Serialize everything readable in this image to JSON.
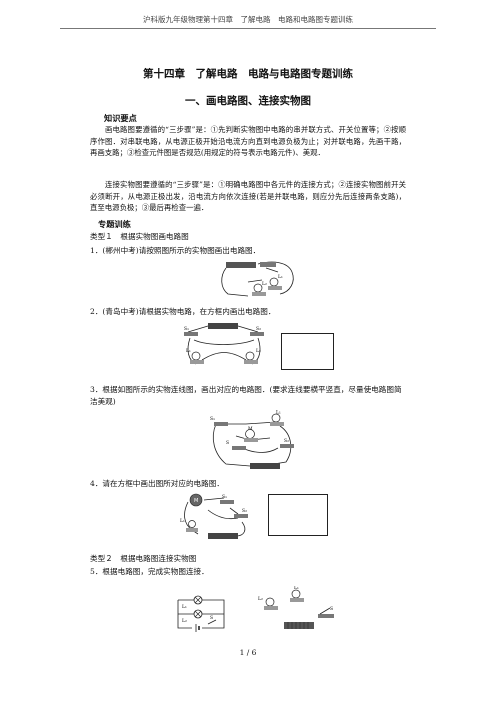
{
  "header": "沪科版九年级物理第十四章　了解电路　电路和电路图专题训练",
  "title": "第十四章　了解电路　电路与电路图专题训练",
  "section": "一、画电路图、连接实物图",
  "knowledge": {
    "heading": "知识要点",
    "para1": "画电路图要遵循的“三步骤”是：①先判断实物图中电路的串并联方式、开关位置等；②按顺序作图．对串联电路，从电源正极开始沿电流方向直到电源负极为止；对并联电路，先画干路，再画支路；③检查元件图是否规范(用规定的符号表示电路元件)、美观．",
    "para2": "连接实物图要遵循的“三步骤”是：①明确电路图中各元件的连接方式；②连接实物图前开关必须断开，从电源正极出发，沿电流方向依次连接(若是并联电路，则应分先后连接两条支路)，直至电源负极；③最后再检查一遍．"
  },
  "training": {
    "heading": "专题训练",
    "type1": "类型１　根据实物图画电路图",
    "q1": "1．(郴州中考)请按照图所示的实物图画出电路图．",
    "q2": "2．(青岛中考)请根据实物电路，在方框内画出电路图．",
    "q3": "3．根据如图所示的实物连线图，画出对应的电路图．(要求连线要横平竖直，尽量使电路图简洁美观)",
    "q4": "4．请在方框中画出图所对应的电路图．",
    "type2": "类型２　根据电路图连接实物图",
    "q5": "5．根据电路图，完成实物图连接．"
  },
  "figure_labels": {
    "L1": "L₁",
    "L2": "L₂",
    "S": "S",
    "S1": "S₁",
    "S2": "S₂",
    "M": "M"
  },
  "footer": "1 / 6"
}
